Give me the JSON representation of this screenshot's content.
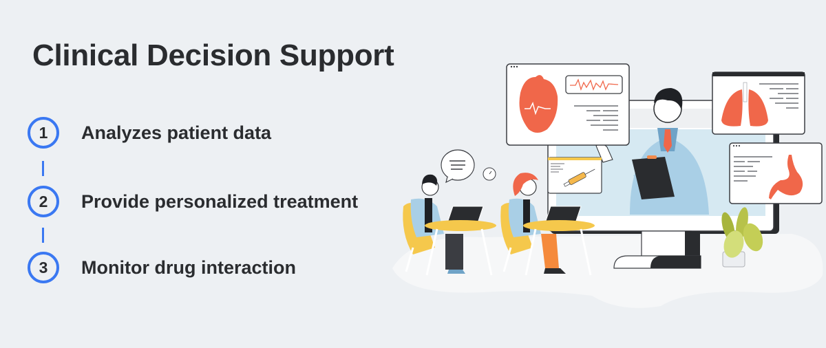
{
  "header": {
    "title": "Clinical Decision Support"
  },
  "steps": [
    {
      "number": "1",
      "label": "Analyzes patient data"
    },
    {
      "number": "2",
      "label": "Provide personalized treatment"
    },
    {
      "number": "3",
      "label": "Monitor drug interaction"
    }
  ],
  "illustration": {
    "description": "Doctor on a large monitor presenting medical cards (heart with ECG, lungs, stomach, syringe) to two seated clinicians at laptops",
    "elements": [
      "heart-card",
      "ecg-waveform",
      "lungs-card",
      "stomach-card",
      "syringe-card",
      "doctor-on-screen",
      "clinician-male-laptop",
      "clinician-female-laptop",
      "speech-bubble",
      "clock",
      "potted-plant"
    ]
  },
  "colors": {
    "background": "#edf0f3",
    "accent_blue": "#3a78f2",
    "text_dark": "#2a2c2f",
    "organ_red": "#f0674a",
    "chair_yellow": "#f5c84c",
    "coat_blue": "#a9cfe6",
    "screen_blue": "#d6e9f2"
  }
}
